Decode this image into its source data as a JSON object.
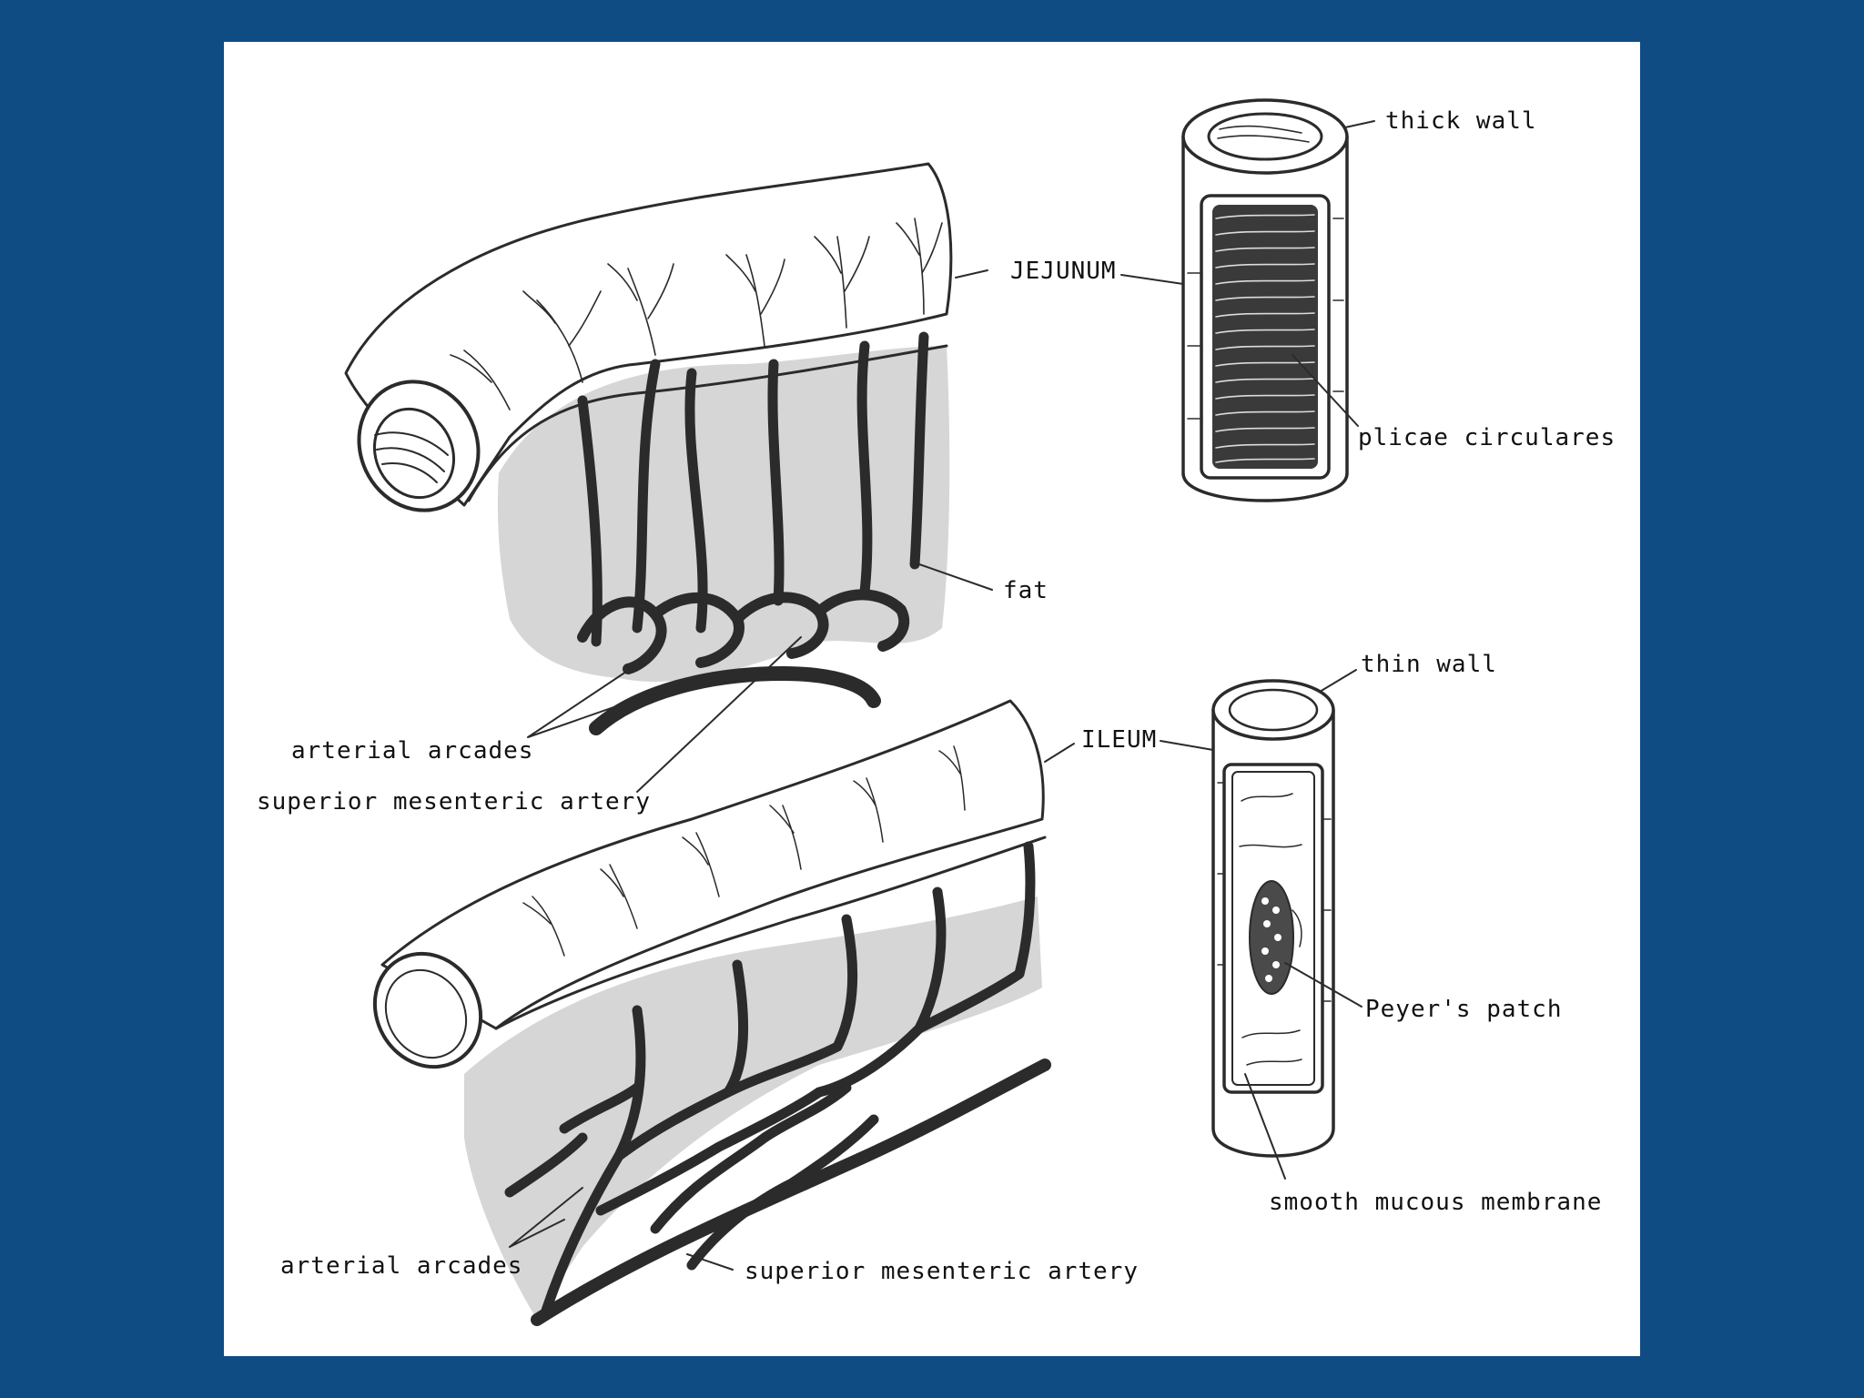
{
  "colors": {
    "background": "#0f4c84",
    "panel": "#ffffff",
    "ink": "#2b2b2b",
    "fat": "#d6d6d6"
  },
  "jejunum": {
    "name": "JEJUNUM",
    "fat_label": "fat",
    "arcades_label": "arterial arcades",
    "artery_label": "superior mesenteric artery"
  },
  "jejunum_section": {
    "wall_label": "thick wall",
    "folds_label": "plicae circulares"
  },
  "ileum": {
    "name": "ILEUM",
    "arcades_label": "arterial arcades",
    "artery_label": "superior mesenteric artery"
  },
  "ileum_section": {
    "wall_label": "thin wall",
    "patch_label": "Peyer's patch",
    "membrane_label": "smooth mucous membrane"
  }
}
